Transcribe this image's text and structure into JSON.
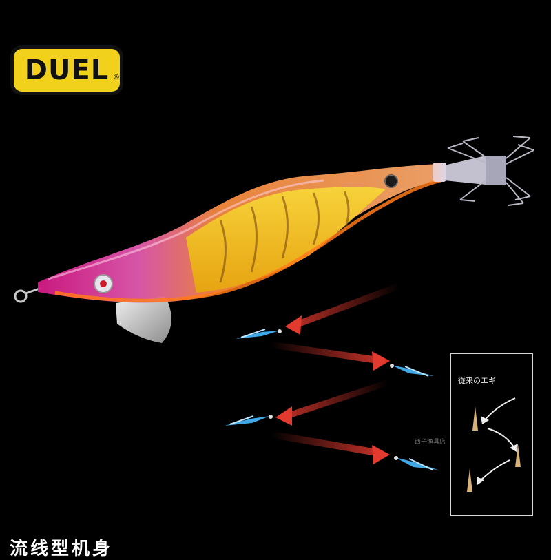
{
  "brand": {
    "name": "DUEL",
    "registered_mark": "®",
    "colors": {
      "badge_fill": "#f2d11c",
      "badge_border": "#111111",
      "badge_text": "#111111"
    }
  },
  "product": {
    "icon": "squid-jig-lure",
    "colors": {
      "head": "#e0197d",
      "body": "#f39a3a",
      "core": "#f4c21a",
      "tail": "#c9c9d9"
    }
  },
  "diagram": {
    "arrow_color": "#e23a2f",
    "lure_icon_color": "#3fa9e8"
  },
  "inset": {
    "title": "従来のエギ"
  },
  "watermark": "西子渔具店",
  "bottom_caption": "流线型机身"
}
